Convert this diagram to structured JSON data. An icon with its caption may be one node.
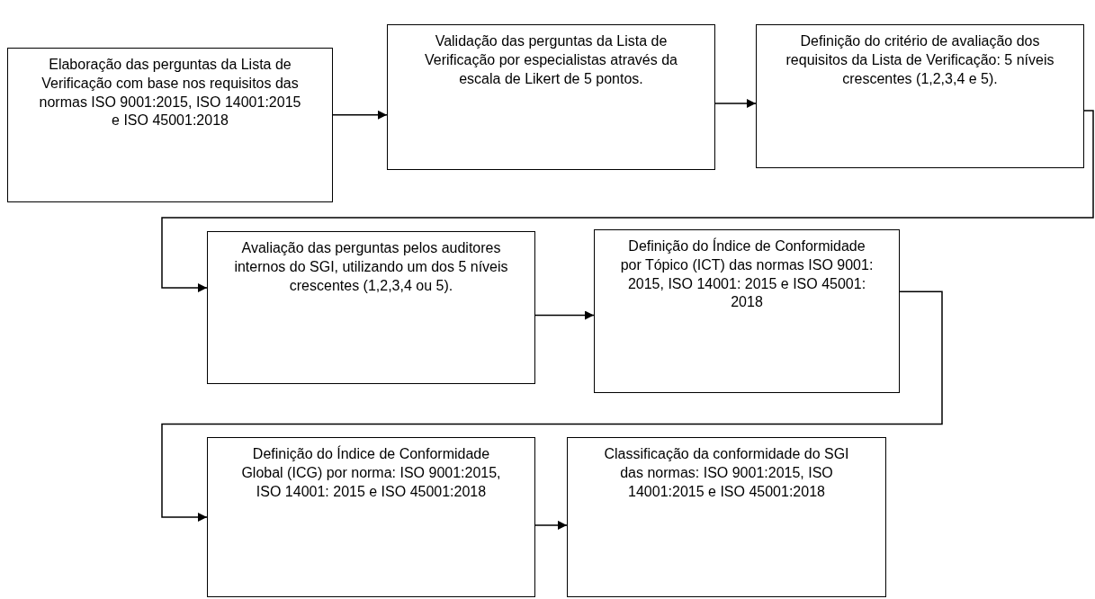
{
  "diagram": {
    "nodes": [
      {
        "text": [
          "Elaboração das perguntas da Lista de Verificação com base nos requisitos das normas ISO 9001:2015, ISO 14001:2015 e ISO 45001:2018"
        ]
      },
      {
        "text": [
          "Validação das perguntas da Lista de Verificação por especialistas através da escala de Likert de 5 pontos."
        ]
      },
      {
        "text": [
          "Definição do critério de avaliação dos requisitos da Lista de Verificação:  5 níveis crescentes (1,2,3,4 e 5)."
        ]
      },
      {
        "text": [
          "Avaliação das perguntas pelos auditores internos do SGI, utilizando um dos 5 níveis crescentes (1,2,3,4 ou 5)."
        ]
      },
      {
        "text": [
          "Definição do Índice de Conformidade por Tópico (ICT) das normas ISO 9001: 2015, ISO 14001: 2015 e ISO 45001: 2018"
        ]
      },
      {
        "text": [
          "Definição do Índice de Conformidade Global (ICG) por norma: ISO 9001:2015, ISO 14001: 2015 e ISO 45001:2018"
        ]
      },
      {
        "text": [
          "Classificação da conformidade do SGI das normas: ISO 9001:2015, ISO 14001:2015 e ISO 45001:2018"
        ]
      }
    ],
    "edges": [
      {
        "from": 0,
        "to": 1,
        "arrow": "to"
      },
      {
        "from": 1,
        "to": 2,
        "arrow": "to"
      },
      {
        "from": 2,
        "to": 3,
        "arrow": "to"
      },
      {
        "from": 3,
        "to": 4,
        "arrow": "to"
      },
      {
        "from": 4,
        "to": 5,
        "arrow": "to"
      },
      {
        "from": 5,
        "to": 6,
        "arrow": "to"
      }
    ]
  }
}
